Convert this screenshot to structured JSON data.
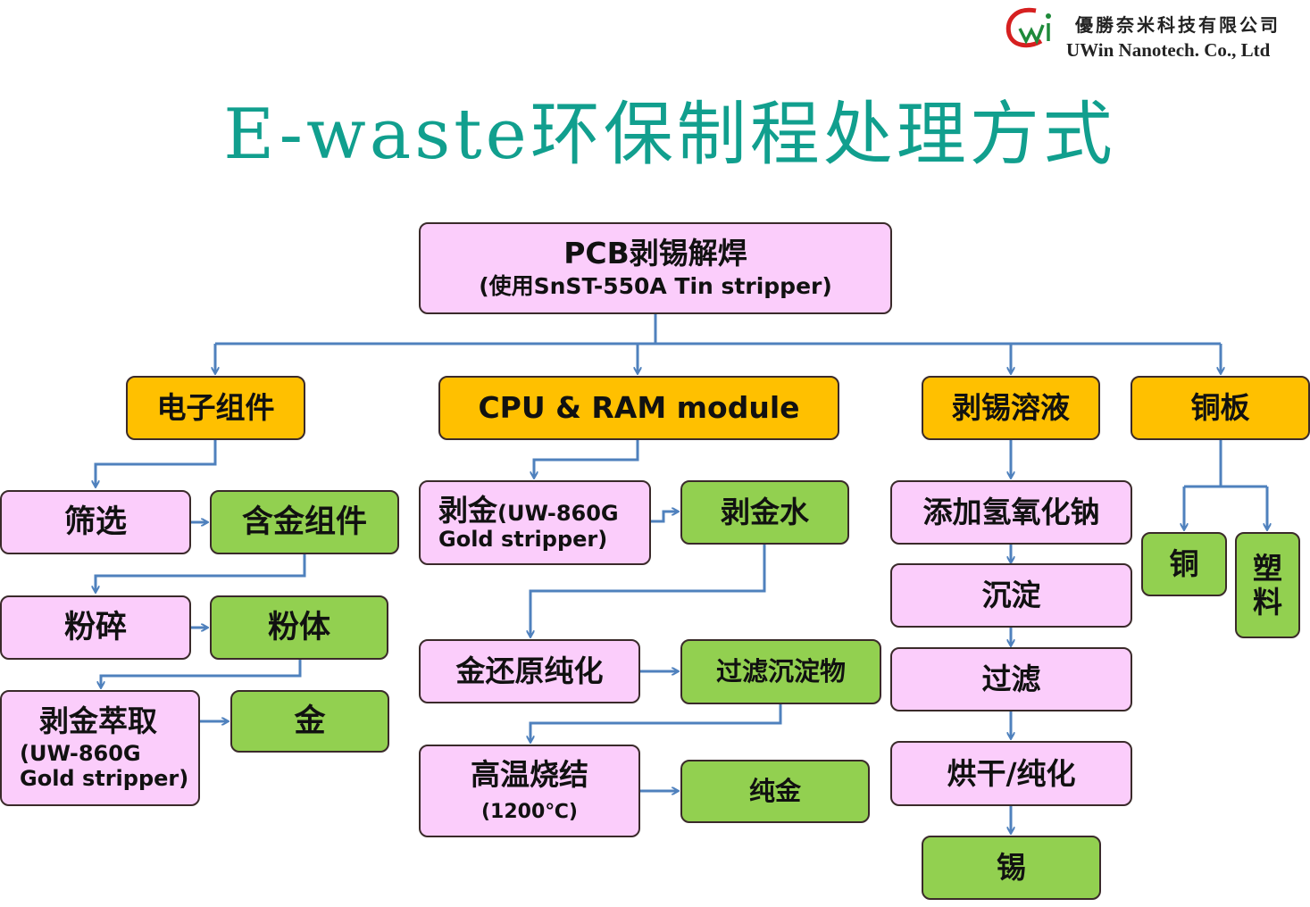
{
  "header": {
    "logo_cn": "優勝奈米科技有限公司",
    "logo_en": "UWin Nanotech. Co., Ltd",
    "title": "E-waste环保制程处理方式"
  },
  "colors": {
    "title": "#119f8e",
    "process_box": "#fbcdfb",
    "category_box": "#ffc000",
    "product_box": "#92d050",
    "arrow": "#4f81bd"
  },
  "root": {
    "label": "PCB剥锡解焊",
    "sub": "(使用SnST-550A Tin stripper)"
  },
  "branches": {
    "components": {
      "label": "电子组件",
      "sieve": "筛选",
      "gold_parts": "含金组件",
      "grind": "粉碎",
      "powder": "粉体",
      "extract": "剥金萃取",
      "extract_sub_1": "(UW-860G",
      "extract_sub_2": "Gold stripper)",
      "gold": "金"
    },
    "cpu_ram": {
      "label": "CPU & RAM module",
      "strip_gold": "剥金",
      "strip_gold_sub_1": "(UW-860G",
      "strip_gold_sub_2": "Gold stripper)",
      "gold_solution": "剥金水",
      "reduce": "金还原纯化",
      "filter_precipitate": "过滤沉淀物",
      "sinter": "高温烧结",
      "sinter_sub": "(1200℃)",
      "pure_gold": "纯金"
    },
    "tin_solution": {
      "label": "剥锡溶液",
      "add_naoh": "添加氢氧化钠",
      "precipitate": "沉淀",
      "filter": "过滤",
      "dry_purify": "烘干/纯化",
      "tin": "锡"
    },
    "copper_board": {
      "label": "铜板",
      "copper": "铜",
      "plastic_1": "塑",
      "plastic_2": "料"
    }
  }
}
